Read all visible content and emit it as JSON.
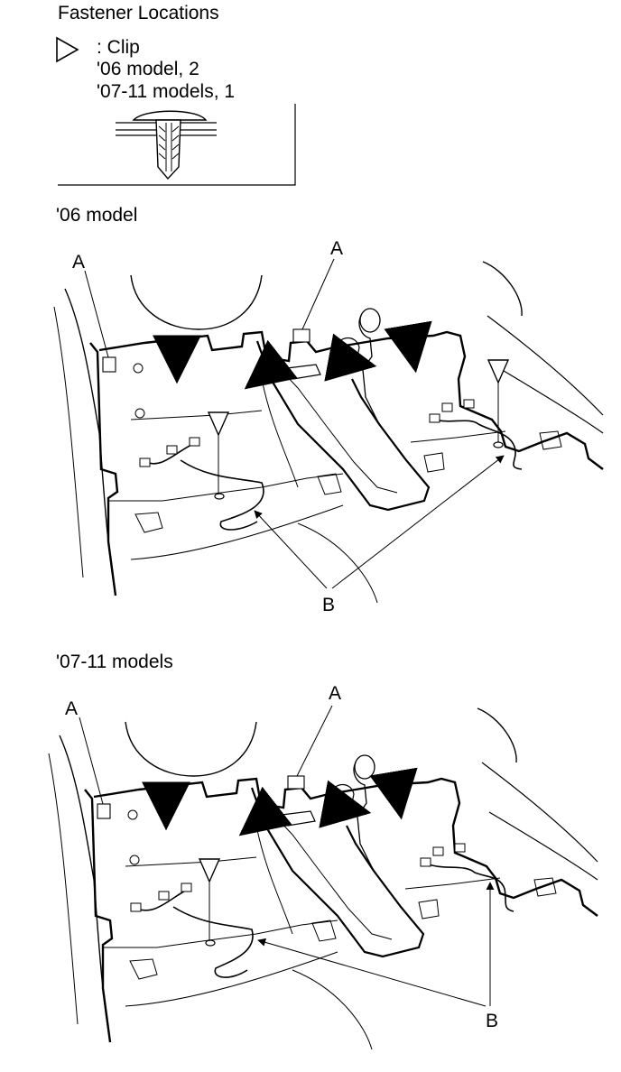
{
  "header": {
    "title": "Fastener Locations"
  },
  "legend": {
    "symbol": "triangle-clip-icon",
    "label": ": Clip",
    "lines": [
      "'06 model, 2",
      "'07-11 models, 1"
    ]
  },
  "sections": [
    {
      "title": "'06 model",
      "callouts": {
        "a_left": "A",
        "a_center": "A",
        "b": "B"
      }
    },
    {
      "title": "'07-11 models",
      "callouts": {
        "a_left": "A",
        "a_center": "A",
        "b": "B"
      }
    }
  ]
}
